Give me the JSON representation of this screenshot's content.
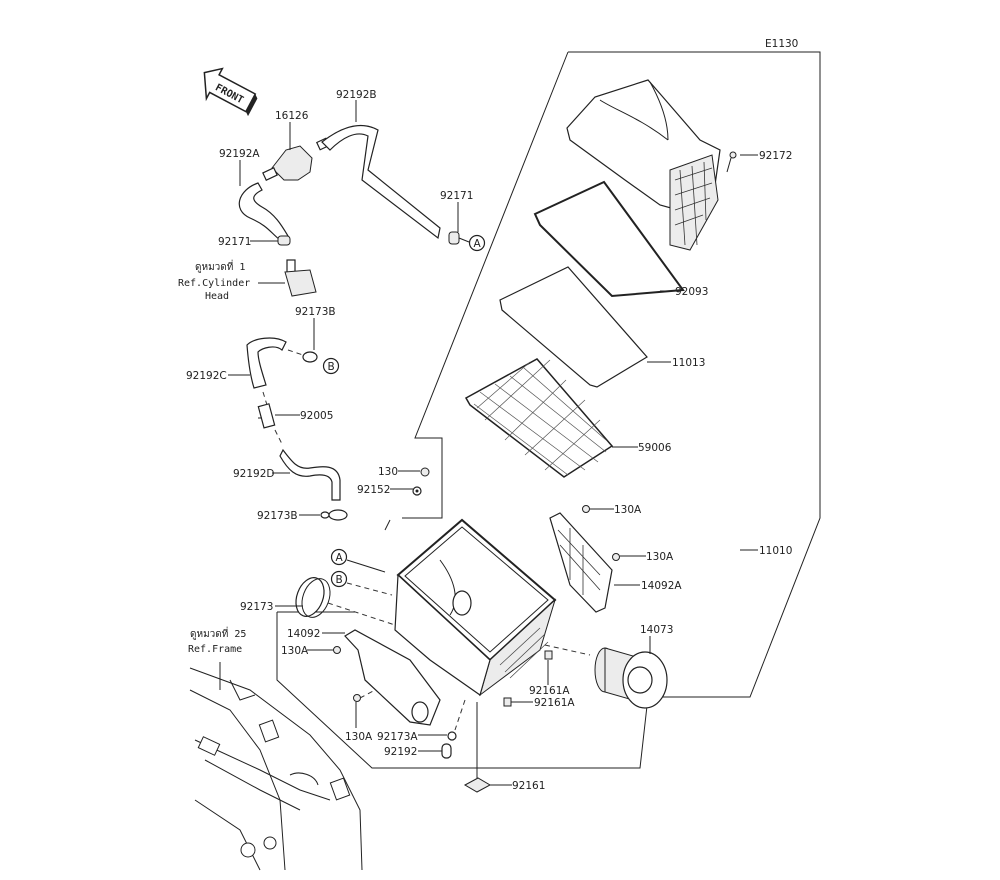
{
  "diagram": {
    "code": "E1130",
    "front_label": "FRONT",
    "callouts": {
      "A": "A",
      "B": "B"
    },
    "refs": {
      "cylinder_head": {
        "thai": "ดูหมวดที่ 1",
        "line1": "Ref.Cylinder",
        "line2": "Head"
      },
      "frame": {
        "thai": "ดูหมวดที่ 25",
        "line1": "Ref.Frame"
      }
    },
    "parts": [
      {
        "id": "p16126",
        "number": "16126"
      },
      {
        "id": "p92192B",
        "number": "92192B"
      },
      {
        "id": "p92192A",
        "number": "92192A"
      },
      {
        "id": "p92171_top",
        "number": "92171"
      },
      {
        "id": "p92171_left",
        "number": "92171"
      },
      {
        "id": "p92173B_top",
        "number": "92173B"
      },
      {
        "id": "p92192C",
        "number": "92192C"
      },
      {
        "id": "p92005",
        "number": "92005"
      },
      {
        "id": "p92192D",
        "number": "92192D"
      },
      {
        "id": "p92173B_bottom",
        "number": "92173B"
      },
      {
        "id": "p130",
        "number": "130"
      },
      {
        "id": "p92152",
        "number": "92152"
      },
      {
        "id": "p92172",
        "number": "92172"
      },
      {
        "id": "p92093",
        "number": "92093"
      },
      {
        "id": "p11013",
        "number": "11013"
      },
      {
        "id": "p59006",
        "number": "59006"
      },
      {
        "id": "p130A_r1",
        "number": "130A"
      },
      {
        "id": "p130A_r2",
        "number": "130A"
      },
      {
        "id": "p14092A",
        "number": "14092A"
      },
      {
        "id": "p11010",
        "number": "11010"
      },
      {
        "id": "p14073",
        "number": "14073"
      },
      {
        "id": "p92173",
        "number": "92173"
      },
      {
        "id": "p14092",
        "number": "14092"
      },
      {
        "id": "p130A_l1",
        "number": "130A"
      },
      {
        "id": "p130A_l2",
        "number": "130A"
      },
      {
        "id": "p92173A",
        "number": "92173A"
      },
      {
        "id": "p92192",
        "number": "92192"
      },
      {
        "id": "p92161A_1",
        "number": "92161A"
      },
      {
        "id": "p92161A_2",
        "number": "92161A"
      },
      {
        "id": "p92161",
        "number": "92161"
      }
    ]
  }
}
